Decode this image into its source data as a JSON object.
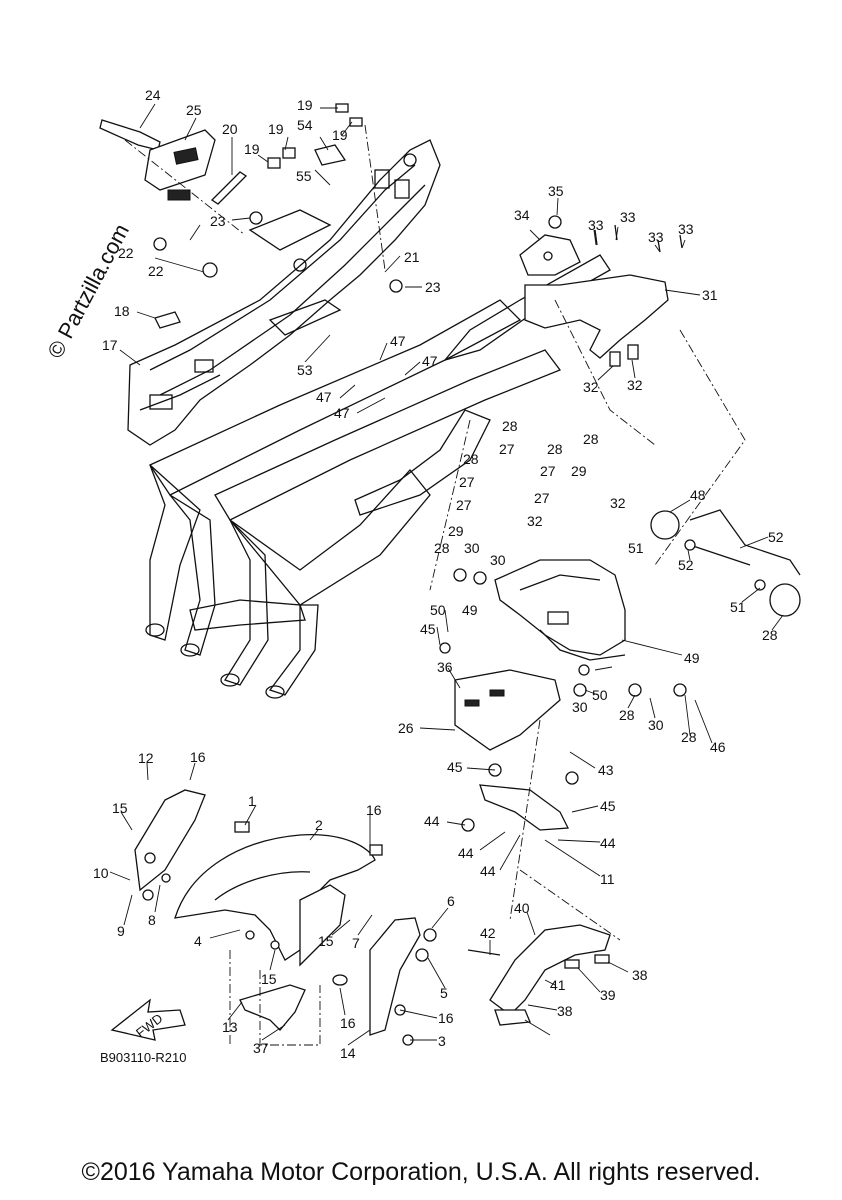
{
  "diagram": {
    "watermark": "© Partzilla.com",
    "part_number": "B903110-R210",
    "fwd_label": "FWD",
    "footer": "©2016 Yamaha Motor Corporation, U.S.A. All rights reserved.",
    "callouts": [
      "24",
      "25",
      "20",
      "19",
      "19",
      "54",
      "19",
      "19",
      "55",
      "23",
      "22",
      "22",
      "21",
      "23",
      "18",
      "17",
      "53",
      "47",
      "47",
      "47",
      "47",
      "35",
      "34",
      "33",
      "33",
      "33",
      "33",
      "31",
      "32",
      "32",
      "28",
      "27",
      "28",
      "27",
      "28",
      "27",
      "28",
      "29",
      "27",
      "29",
      "27",
      "32",
      "32",
      "51",
      "48",
      "52",
      "52",
      "51",
      "28",
      "28",
      "30",
      "30",
      "49",
      "50",
      "45",
      "36",
      "26",
      "49",
      "50",
      "30",
      "28",
      "30",
      "28",
      "46",
      "45",
      "43",
      "45",
      "44",
      "44",
      "44",
      "44",
      "11",
      "12",
      "16",
      "15",
      "1",
      "2",
      "16",
      "10",
      "8",
      "9",
      "4",
      "15",
      "15",
      "7",
      "6",
      "5",
      "16",
      "16",
      "3",
      "14",
      "13",
      "37",
      "40",
      "42",
      "41",
      "38",
      "38",
      "39"
    ]
  }
}
